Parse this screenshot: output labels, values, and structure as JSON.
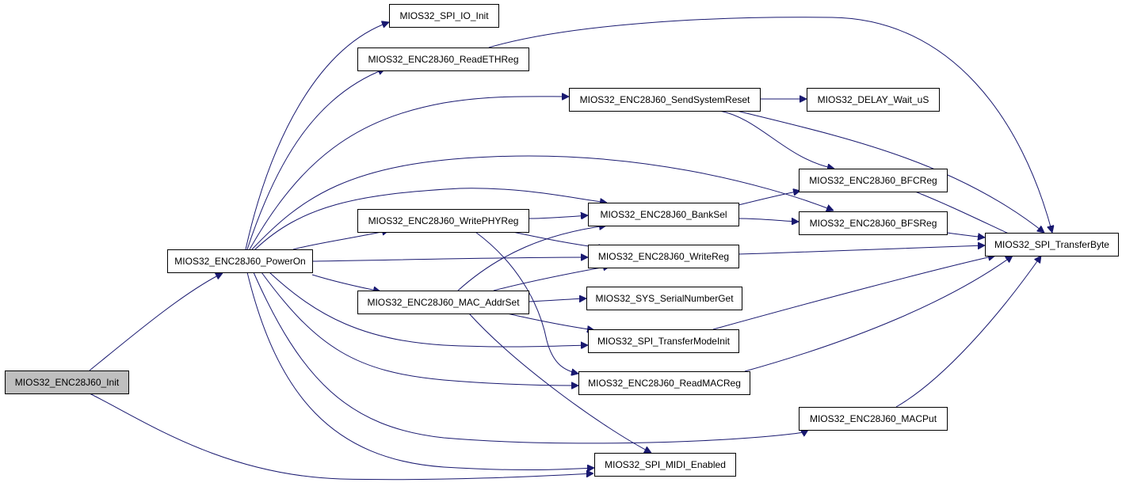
{
  "graph": {
    "nodes": [
      {
        "id": "init",
        "label": "MIOS32_ENC28J60_Init",
        "root": true
      },
      {
        "id": "poweron",
        "label": "MIOS32_ENC28J60_PowerOn"
      },
      {
        "id": "spiioinit",
        "label": "MIOS32_SPI_IO_Init"
      },
      {
        "id": "readethreg",
        "label": "MIOS32_ENC28J60_ReadETHReg"
      },
      {
        "id": "sendsystemreset",
        "label": "MIOS32_ENC28J60_SendSystemReset"
      },
      {
        "id": "delaywaitus",
        "label": "MIOS32_DELAY_Wait_uS"
      },
      {
        "id": "bfcreg",
        "label": "MIOS32_ENC28J60_BFCReg"
      },
      {
        "id": "writephyreg",
        "label": "MIOS32_ENC28J60_WritePHYReg"
      },
      {
        "id": "banksel",
        "label": "MIOS32_ENC28J60_BankSel"
      },
      {
        "id": "bfsreg",
        "label": "MIOS32_ENC28J60_BFSReg"
      },
      {
        "id": "transferbyte",
        "label": "MIOS32_SPI_TransferByte"
      },
      {
        "id": "writereg",
        "label": "MIOS32_ENC28J60_WriteReg"
      },
      {
        "id": "macaddrset",
        "label": "MIOS32_ENC28J60_MAC_AddrSet"
      },
      {
        "id": "serialnumberget",
        "label": "MIOS32_SYS_SerialNumberGet"
      },
      {
        "id": "transfermodeinit",
        "label": "MIOS32_SPI_TransferModeInit"
      },
      {
        "id": "readmacreg",
        "label": "MIOS32_ENC28J60_ReadMACReg"
      },
      {
        "id": "macput",
        "label": "MIOS32_ENC28J60_MACPut"
      },
      {
        "id": "midienabled",
        "label": "MIOS32_SPI_MIDI_Enabled"
      }
    ],
    "edges": [
      [
        "init",
        "poweron"
      ],
      [
        "init",
        "midienabled"
      ],
      [
        "poweron",
        "spiioinit"
      ],
      [
        "poweron",
        "readethreg"
      ],
      [
        "poweron",
        "sendsystemreset"
      ],
      [
        "poweron",
        "bfsreg"
      ],
      [
        "poweron",
        "banksel"
      ],
      [
        "poweron",
        "writephyreg"
      ],
      [
        "poweron",
        "writereg"
      ],
      [
        "poweron",
        "macaddrset"
      ],
      [
        "poweron",
        "transfermodeinit"
      ],
      [
        "poweron",
        "readmacreg"
      ],
      [
        "poweron",
        "macput"
      ],
      [
        "poweron",
        "midienabled"
      ],
      [
        "readethreg",
        "transferbyte"
      ],
      [
        "sendsystemreset",
        "delaywaitus"
      ],
      [
        "sendsystemreset",
        "bfcreg"
      ],
      [
        "sendsystemreset",
        "transferbyte"
      ],
      [
        "writephyreg",
        "banksel"
      ],
      [
        "writephyreg",
        "writereg"
      ],
      [
        "writephyreg",
        "readmacreg"
      ],
      [
        "banksel",
        "bfcreg"
      ],
      [
        "banksel",
        "bfsreg"
      ],
      [
        "bfcreg",
        "transferbyte"
      ],
      [
        "bfsreg",
        "transferbyte"
      ],
      [
        "writereg",
        "transferbyte"
      ],
      [
        "macaddrset",
        "banksel"
      ],
      [
        "macaddrset",
        "writereg"
      ],
      [
        "macaddrset",
        "serialnumberget"
      ],
      [
        "macaddrset",
        "transfermodeinit"
      ],
      [
        "macaddrset",
        "midienabled"
      ],
      [
        "transfermodeinit",
        "transferbyte"
      ],
      [
        "readmacreg",
        "transferbyte"
      ],
      [
        "macput",
        "transferbyte"
      ]
    ]
  }
}
